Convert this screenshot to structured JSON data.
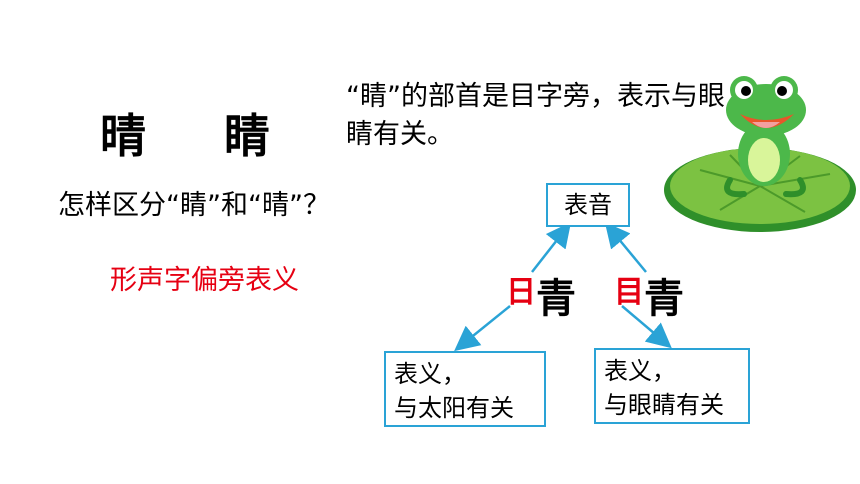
{
  "heading": {
    "char_left": "晴",
    "char_right": "睛"
  },
  "explanation": {
    "text": "“睛”的部首是目字旁，表示与眼睛有关。"
  },
  "question": {
    "text": "怎样区分“睛”和“晴”？"
  },
  "rule": {
    "text": "形声字偏旁表义",
    "color": "#e60012"
  },
  "diagram": {
    "sound_box": {
      "label": "表音"
    },
    "left_char": {
      "radical": "日",
      "rest": "青"
    },
    "right_char": {
      "radical": "目",
      "rest": "青"
    },
    "left_meaning": {
      "line1": "表义，",
      "line2": "与太阳有关"
    },
    "right_meaning": {
      "line1": "表义，",
      "line2": "与眼睛有关"
    },
    "accent_color": "#2aa3d6"
  },
  "decoration": {
    "icon": "frog-on-lily-pad-icon"
  }
}
